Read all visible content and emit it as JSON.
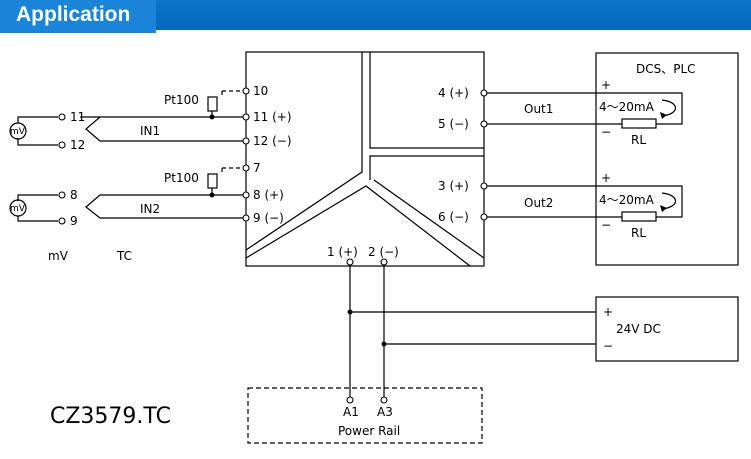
{
  "header": {
    "title": "Application"
  },
  "module": {
    "terminals_left": [
      "10",
      "11 (+)",
      "12 (−)",
      "7",
      "8 (+)",
      "9 (−)"
    ],
    "terminals_right": [
      "4 (+)",
      "5 (−)",
      "3 (+)",
      "6 (−)"
    ],
    "terminals_bottom": [
      "1 (+)",
      "2 (−)"
    ]
  },
  "inputs": {
    "in1_label": "IN1",
    "in2_label": "IN2",
    "rtd_label_1": "Pt100",
    "rtd_label_2": "Pt100",
    "mv_pins": [
      "11",
      "12",
      "8",
      "9"
    ],
    "mv_symbol": "mV",
    "legend_mv": "mV",
    "legend_tc": "TC"
  },
  "outputs": {
    "out1_label": "Out1",
    "out2_label": "Out2",
    "dcs_label": "DCS、PLC",
    "current_1": "4～20mA",
    "current_2": "4～20mA",
    "rl_1": "RL",
    "rl_2": "RL",
    "plus": "+",
    "minus": "−"
  },
  "power": {
    "supply_label": "24V DC",
    "rail_pins": [
      "A1",
      "A3"
    ],
    "rail_label": "Power Rail"
  },
  "model": {
    "name": "CZ3579.TC"
  },
  "colors": {
    "header_bg": "#0564b4",
    "header_tab": "#1a84d8",
    "line": "#000000"
  }
}
